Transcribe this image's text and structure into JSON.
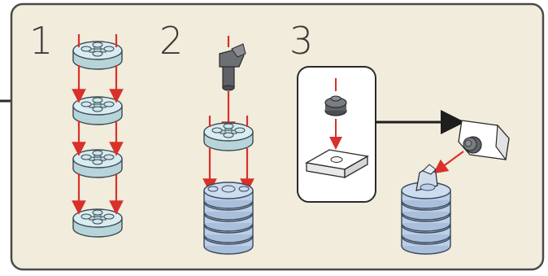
{
  "steps": [
    {
      "number": "1"
    },
    {
      "number": "2"
    },
    {
      "number": "3"
    }
  ],
  "colors": {
    "panel_background": "#f1ecdc",
    "panel_border": "#4a4a4a",
    "arrow_red": "#d9302a",
    "trans_light_blue": "#cfe6ec",
    "bright_light_blue": "#c9d9ee",
    "dark_gray": "#5e6166",
    "white_plate": "#f7f7f7",
    "callout_arrow": "#1e1e1e"
  },
  "icons": {
    "step1": "trans-light-blue-round-plate-2x2",
    "step2_top": "dark-gray-bar-holder-clip",
    "step3_callout": "dark-gray-round-tile-1x1-on-white-jumper-plate"
  }
}
